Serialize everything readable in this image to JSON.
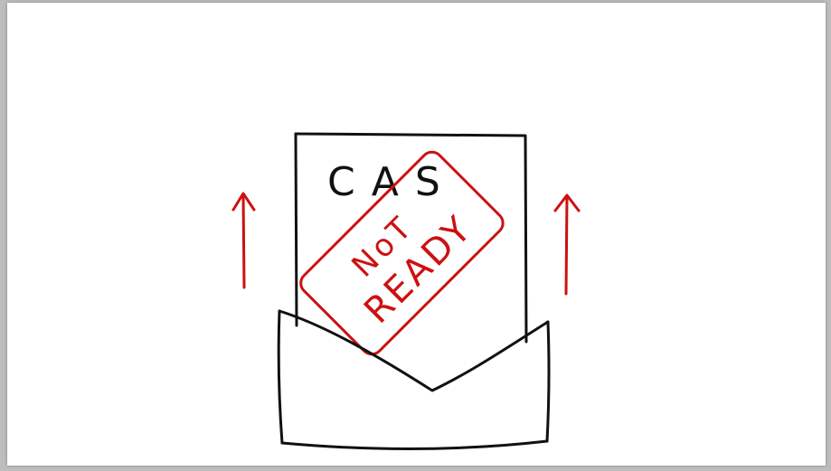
{
  "sketch": {
    "card_label": "CAS",
    "stamp_line1": "NoT",
    "stamp_line2": "READY"
  },
  "colors": {
    "ink": "#111111",
    "stamp_red": "#cc1111",
    "canvas": "#ffffff"
  },
  "icons": [
    "up-arrow-icon",
    "up-arrow-icon"
  ]
}
